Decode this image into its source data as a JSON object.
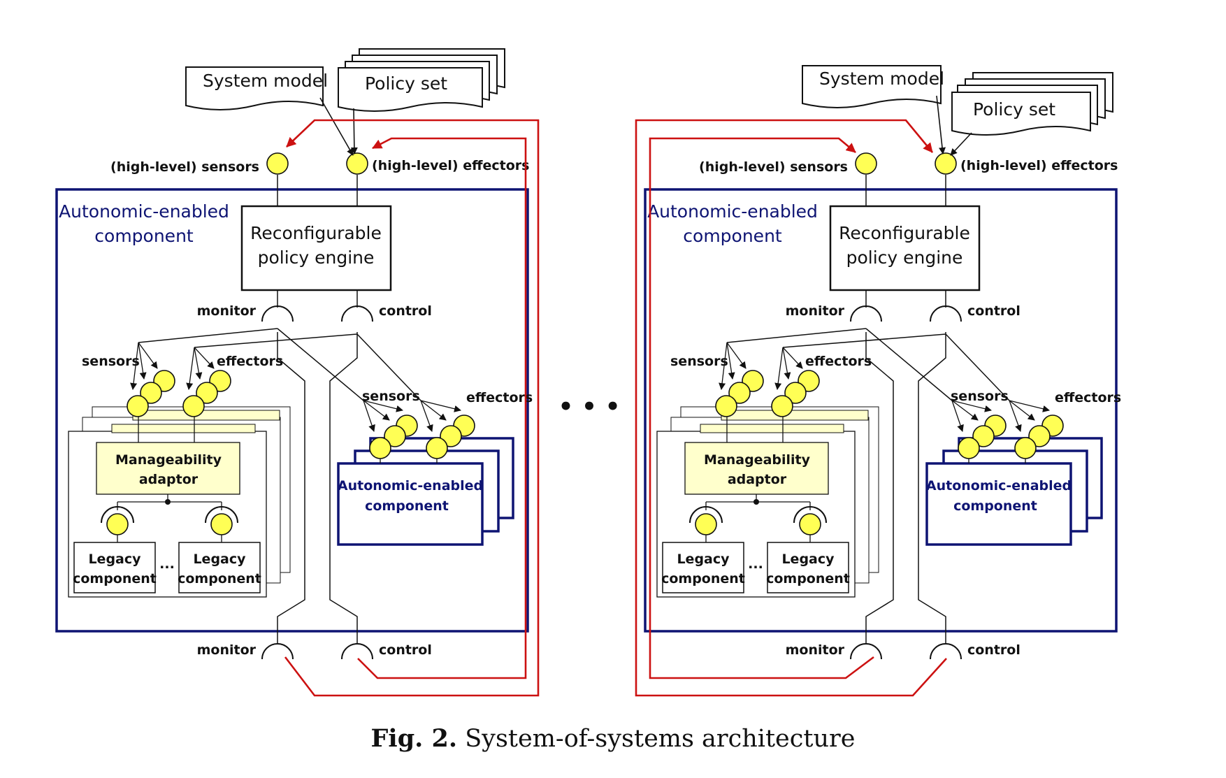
{
  "labels": {
    "system_model": "System model",
    "policy_set": "Policy set",
    "hl_sensors": "(high-level) sensors",
    "hl_effectors": "(high-level) effectors",
    "aec_line1": "Autonomic-enabled",
    "aec_line2": "component",
    "engine_line1": "Reconfigurable",
    "engine_line2": "policy engine",
    "monitor": "monitor",
    "control": "control",
    "sensors": "sensors",
    "effectors": "effectors",
    "adaptor_line1": "Manageability",
    "adaptor_line2": "adaptor",
    "legacy_line1": "Legacy",
    "legacy_line2": "component",
    "ellipsis": "...",
    "sub_line1": "Autonomic-enabled",
    "sub_line2": "component"
  },
  "separator": "•  •  •",
  "caption": {
    "prefix": "Fig. 2.",
    "text": " System-of-systems architecture"
  },
  "colors": {
    "red_link": "#cc1111",
    "navy": "#0e1473",
    "sensor_fill": "#ffff55",
    "adaptor_fill": "#ffffcc"
  }
}
